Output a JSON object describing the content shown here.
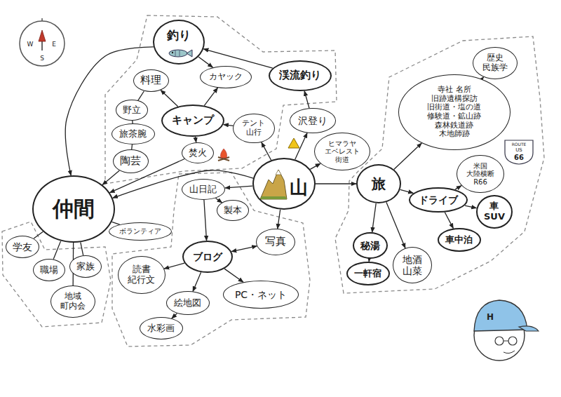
{
  "diagram": {
    "nodes": [
      {
        "text": [
          "釣り"
        ]
      },
      {
        "text": [
          "カヤック"
        ]
      },
      {
        "text": [
          "渓流釣り"
        ]
      },
      {
        "text": [
          "料理"
        ]
      },
      {
        "text": [
          "キャンプ"
        ]
      },
      {
        "text": [
          "野立"
        ]
      },
      {
        "text": [
          "旅茶腕"
        ]
      },
      {
        "text": [
          "陶芸"
        ]
      },
      {
        "text": [
          "焚火"
        ]
      },
      {
        "text": [
          "テント 山行"
        ]
      },
      {
        "text": [
          "沢登り"
        ]
      },
      {
        "text": [
          "ヒマラヤ エベレスト 街道"
        ]
      },
      {
        "text": [
          "山"
        ]
      },
      {
        "text": [
          "旅"
        ]
      },
      {
        "text": [
          "寺社 名所 旧跡遺構探訪 旧街道・塩の道 修験道・鉱山跡 森林鉄道跡 木地師跡"
        ]
      },
      {
        "text": [
          "歴史 民族学"
        ]
      },
      {
        "text": [
          "ドライブ"
        ]
      },
      {
        "text": [
          "米国 大陸横断 R66"
        ]
      },
      {
        "text": [
          "車 SUV"
        ]
      },
      {
        "text": [
          "車中泊"
        ]
      },
      {
        "text": [
          "秘湯"
        ]
      },
      {
        "text": [
          "一軒宿"
        ]
      },
      {
        "text": [
          "地酒 山菜"
        ]
      },
      {
        "text": [
          "仲間"
        ]
      },
      {
        "text": [
          "ボランティア"
        ]
      },
      {
        "text": [
          "学友"
        ]
      },
      {
        "text": [
          "職場"
        ]
      },
      {
        "text": [
          "家族"
        ]
      },
      {
        "text": [
          "地域 町内会"
        ]
      },
      {
        "text": [
          "山日記"
        ]
      },
      {
        "text": [
          "製本"
        ]
      },
      {
        "text": [
          "写真"
        ]
      },
      {
        "text": [
          "ブログ"
        ]
      },
      {
        "text": [
          "読書 紀行文"
        ]
      },
      {
        "text": [
          "PC・ネット"
        ]
      },
      {
        "text": [
          "絵地図"
        ]
      },
      {
        "text": [
          "水彩画"
        ]
      }
    ],
    "edges": [
      {
        "from": 12,
        "to": 13,
        "arrow": "to"
      },
      {
        "from": 12,
        "to": 23,
        "arrow": "to"
      },
      {
        "from": 12,
        "to": 31,
        "arrow": "to"
      },
      {
        "from": 12,
        "to": 29,
        "arrow": "to"
      },
      {
        "from": 12,
        "to": 9,
        "arrow": "to"
      },
      {
        "from": 12,
        "to": 10,
        "arrow": "to"
      },
      {
        "from": 12,
        "to": 11,
        "arrow": "to"
      },
      {
        "from": 9,
        "to": 4,
        "arrow": "to"
      },
      {
        "from": 4,
        "to": 3,
        "arrow": "to"
      },
      {
        "from": 4,
        "to": 1,
        "arrow": "to"
      },
      {
        "from": 4,
        "to": 8,
        "arrow": "to"
      },
      {
        "from": 3,
        "to": 5,
        "arrow": "none"
      },
      {
        "from": 5,
        "to": 6,
        "arrow": "none"
      },
      {
        "from": 6,
        "to": 7,
        "arrow": "none"
      },
      {
        "from": 7,
        "to": 23,
        "arrow": "to"
      },
      {
        "from": 8,
        "to": 23,
        "arrow": "to"
      },
      {
        "from": 0,
        "to": 23,
        "arrow": "to"
      },
      {
        "from": 0,
        "to": 1,
        "arrow": "to"
      },
      {
        "from": 2,
        "to": 0,
        "arrow": "to"
      },
      {
        "from": 10,
        "to": 2,
        "arrow": "to"
      },
      {
        "from": 13,
        "to": 14,
        "arrow": "to"
      },
      {
        "from": 14,
        "to": 15,
        "arrow": "to"
      },
      {
        "from": 13,
        "to": 16,
        "arrow": "to"
      },
      {
        "from": 16,
        "to": 17,
        "arrow": "to"
      },
      {
        "from": 16,
        "to": 18,
        "arrow": "to"
      },
      {
        "from": 16,
        "to": 19,
        "arrow": "to"
      },
      {
        "from": 13,
        "to": 20,
        "arrow": "to"
      },
      {
        "from": 13,
        "to": 22,
        "arrow": "to"
      },
      {
        "from": 20,
        "to": 21,
        "arrow": "to"
      },
      {
        "from": 23,
        "to": 25,
        "arrow": "none"
      },
      {
        "from": 23,
        "to": 26,
        "arrow": "none"
      },
      {
        "from": 23,
        "to": 27,
        "arrow": "none"
      },
      {
        "from": 23,
        "to": 28,
        "arrow": "none"
      },
      {
        "from": 24,
        "to": 23,
        "arrow": "none"
      },
      {
        "from": 29,
        "to": 32,
        "arrow": "to"
      },
      {
        "from": 29,
        "to": 30,
        "arrow": "to"
      },
      {
        "from": 32,
        "to": 31,
        "arrow": "both"
      },
      {
        "from": 32,
        "to": 33,
        "arrow": "to"
      },
      {
        "from": 32,
        "to": 34,
        "arrow": "to"
      },
      {
        "from": 32,
        "to": 35,
        "arrow": "to"
      },
      {
        "from": 35,
        "to": 36,
        "arrow": "to"
      }
    ],
    "labels": [
      "W",
      "E",
      "S",
      "ROUTE",
      "US",
      "66",
      "H"
    ]
  }
}
